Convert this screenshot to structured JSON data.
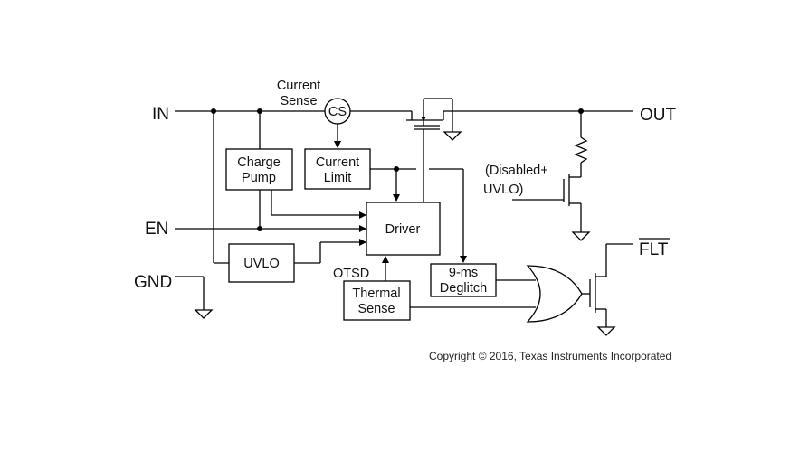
{
  "pins": {
    "in": "IN",
    "en": "EN",
    "gnd": "GND",
    "out": "OUT",
    "flt": "FLT"
  },
  "blocks": {
    "charge_pump": [
      "Charge",
      "Pump"
    ],
    "current_limit": [
      "Current",
      "Limit"
    ],
    "driver": "Driver",
    "uvlo": "UVLO",
    "thermal_sense": [
      "Thermal",
      "Sense"
    ],
    "deglitch": [
      "9-ms",
      "Deglitch"
    ],
    "current_sense": "CS"
  },
  "labels": {
    "current_sense": [
      "Current",
      "Sense"
    ],
    "otsd": "OTSD",
    "disabled_uvlo": [
      "(Disabled+",
      "UVLO)"
    ]
  },
  "copyright": "Copyright © 2016, Texas Instruments Incorporated"
}
